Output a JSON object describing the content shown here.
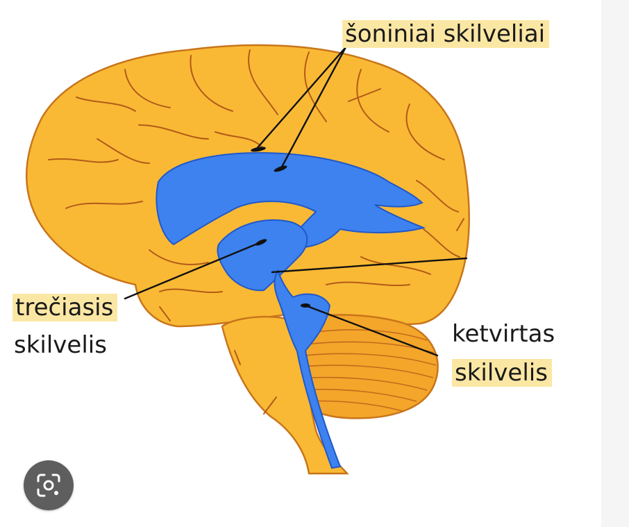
{
  "labels": {
    "lateral_ventricles": "šoniniai skilveliai",
    "third_ventricle_line1": "trečiasis",
    "third_ventricle_line2": "skilvelis",
    "fourth_ventricle_line1": "ketvirtas",
    "fourth_ventricle_line2": "skilvelis"
  },
  "colors": {
    "brain": "#f9b935",
    "brain_outline": "#c8751a",
    "sulci": "#b35a18",
    "ventricle": "#3d82ee",
    "ventricle_dark": "#2158c9",
    "label_highlight": "#fbe7a4",
    "lens_button": "#5e5e5e"
  },
  "icons": {
    "lens_button": "lens-search-icon"
  }
}
